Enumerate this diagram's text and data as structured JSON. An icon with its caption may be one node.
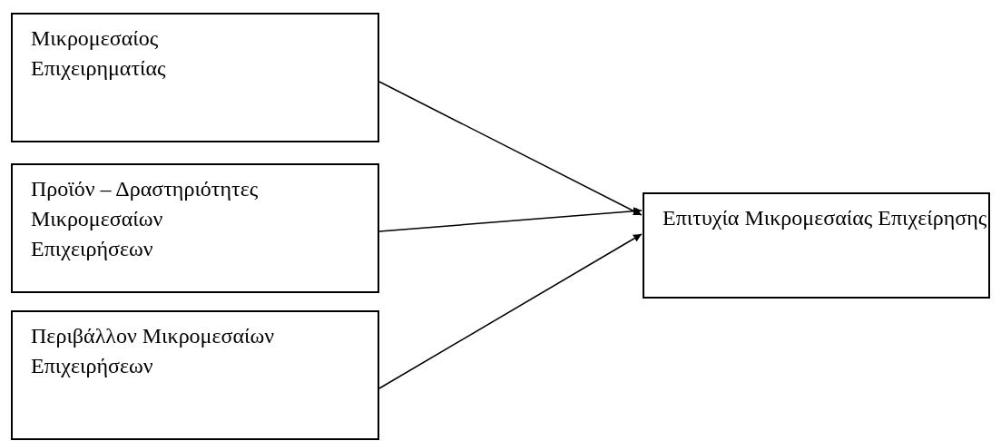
{
  "diagram": {
    "nodes": [
      {
        "text": [
          "Μικρομεσαίος Επιχειρηματίας"
        ]
      },
      {
        "text": [
          "Προϊόν – Δραστηριότητες Μικρομεσαίων Επιχειρήσεων"
        ]
      },
      {
        "text": [
          "Περιβάλλον Μικρομεσαίων Επιχειρήσεων"
        ]
      },
      {
        "text": [
          "Επιτυχία Μικρομεσαίας Επιχείρησης"
        ]
      }
    ],
    "edges": [
      {
        "from": 0,
        "to": 3,
        "arrow": "to"
      },
      {
        "from": 1,
        "to": 3,
        "arrow": "to"
      },
      {
        "from": 2,
        "to": 3,
        "arrow": "to"
      }
    ]
  }
}
